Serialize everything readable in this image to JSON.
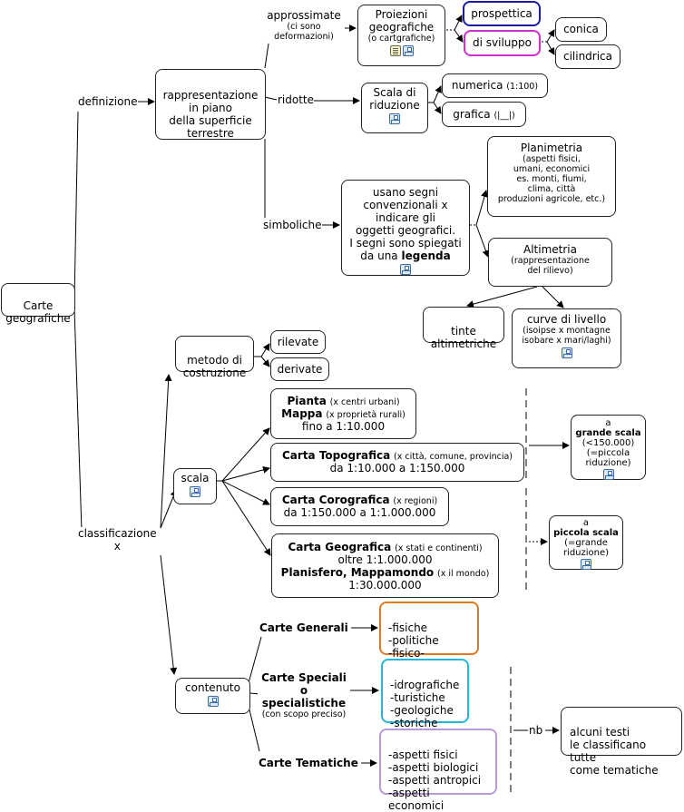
{
  "nodes": {
    "root": "Carte\ngeografiche",
    "rappresentazione": "rappresentazione\nin piano\ndella superficie\nterrestre",
    "proiezioni_title": "Proiezioni\ngeografiche",
    "proiezioni_sub": "(o cartgrafiche)",
    "prospettica": "prospettica",
    "di_sviluppo": "di sviluppo",
    "conica": "conica",
    "cilindrica": "cilindrica",
    "scala_riduzione": "Scala di\nriduzione",
    "numerica": "numerica",
    "numerica_sub": "(1:100)",
    "grafica": "grafica",
    "grafica_sub": "(|__|)",
    "segni": "usano segni\nconvenzionali x\nindicare gli\noggetti geografici.\nI segni sono spiegati\nda una",
    "segni_bold": "legenda",
    "planimetria_title": "Planimetria",
    "planimetria_sub": "(aspetti fisici,\numani, economici\nes. monti, fiumi,\nclima, città\nproduzioni agricole, etc.)",
    "altimetria_title": "Altimetria",
    "altimetria_sub": "(rappresentazione\ndel rilievo)",
    "tinte": "tinte\naltimetriche",
    "curve_title": "curve di livello",
    "curve_sub": "(isoipse x montagne\nisobare x mari/laghi)",
    "metodo": "metodo di\ncostruzione",
    "rilevate": "rilevate",
    "derivate": "derivate",
    "pianta_bold": "Pianta",
    "pianta_sub": "(x centri urbani)",
    "mappa_bold": "Mappa",
    "mappa_sub": "(x proprietà rurali)",
    "pianta_range": "fino a 1:10.000",
    "scala": "scala",
    "topo_bold": "Carta Topografica",
    "topo_sub": "(x città, comune, provincia)",
    "topo_range": "da 1:10.000 a 1:150.000",
    "coro_bold": "Carta Corografica",
    "coro_sub": "(x  regioni)",
    "coro_range": "da 1:150.000 a 1:1.000.000",
    "geo_bold": "Carta Geografica",
    "geo_sub": "(x stati e continenti)",
    "geo_range1": "oltre 1:1.000.000",
    "plan_bold": "Planisfero, Mappamondo",
    "plan_sub": "(x il mondo)",
    "geo_range2": "1:30.000.000",
    "grande_a": "a",
    "grande_bold": "grande scala",
    "grande_sub": "(<150.000)\n(=piccola\nriduzione)",
    "piccola_a": "a",
    "piccola_bold": "piccola scala",
    "piccola_sub": "(=grande\nriduzione)",
    "contenuto": "contenuto",
    "fisiche_list": "-fisiche\n-politiche\n-fisico-politiche",
    "speciali_list": "-idrografiche\n-turistiche\n-geologiche\n-storiche",
    "tematiche_list": "-aspetti fisici\n-aspetti biologici\n-aspetti antropici\n-aspetti economici",
    "nb_note": "alcuni testi\nle classificano tutte\ncome tematiche"
  },
  "labels": {
    "definizione": "definizione",
    "approssimate": "approssimate",
    "approssimate_sub": "(ci sono\ndeformazioni)",
    "ridotte": "ridotte",
    "simboliche": "simboliche",
    "classificazione": "classificazione\nx",
    "carte_generali": "Carte Generali",
    "carte_speciali": "Carte Speciali\no specialistiche",
    "carte_speciali_sub": "(con scopo preciso)",
    "carte_tematiche": "Carte Tematiche",
    "nb": "nb"
  },
  "colors": {
    "line": "#000000",
    "prospettica_border": "#1a1aa8",
    "sviluppo_border": "#d030c8",
    "generali_border": "#e07a20",
    "speciali_border": "#22b8d8",
    "tematiche_border": "#b89ad8",
    "icon_blue": "#3b6ea8"
  },
  "icons": [
    "map-link-icon",
    "document-icon"
  ]
}
